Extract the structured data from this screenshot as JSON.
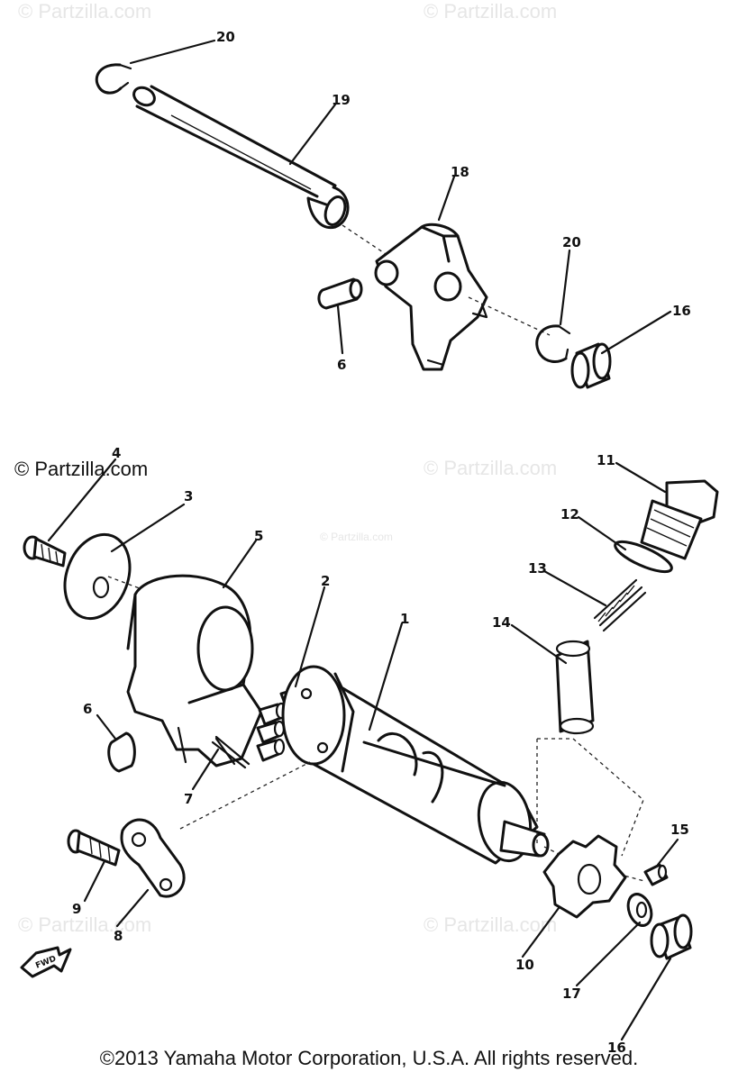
{
  "watermarks": [
    "© Partzilla.com",
    "© Partzilla.com",
    "© Partzilla.com",
    "© Partzilla.com",
    "© Partzilla.com",
    "© Partzilla.com"
  ],
  "brand_mark": "© Partzilla.com",
  "front_arrow": "FWD",
  "copyright": "©2013 Yamaha Motor Corporation, U.S.A. All rights reserved.",
  "callouts": {
    "c1": "1",
    "c2": "2",
    "c3": "3",
    "c4": "4",
    "c5": "5",
    "c6a": "6",
    "c6b": "6",
    "c7": "7",
    "c8": "8",
    "c9": "9",
    "c10": "10",
    "c11": "11",
    "c12": "12",
    "c13": "13",
    "c14": "14",
    "c15": "15",
    "c16a": "16",
    "c16b": "16",
    "c17": "17",
    "c18": "18",
    "c19": "19",
    "c20a": "20",
    "c20b": "20"
  }
}
